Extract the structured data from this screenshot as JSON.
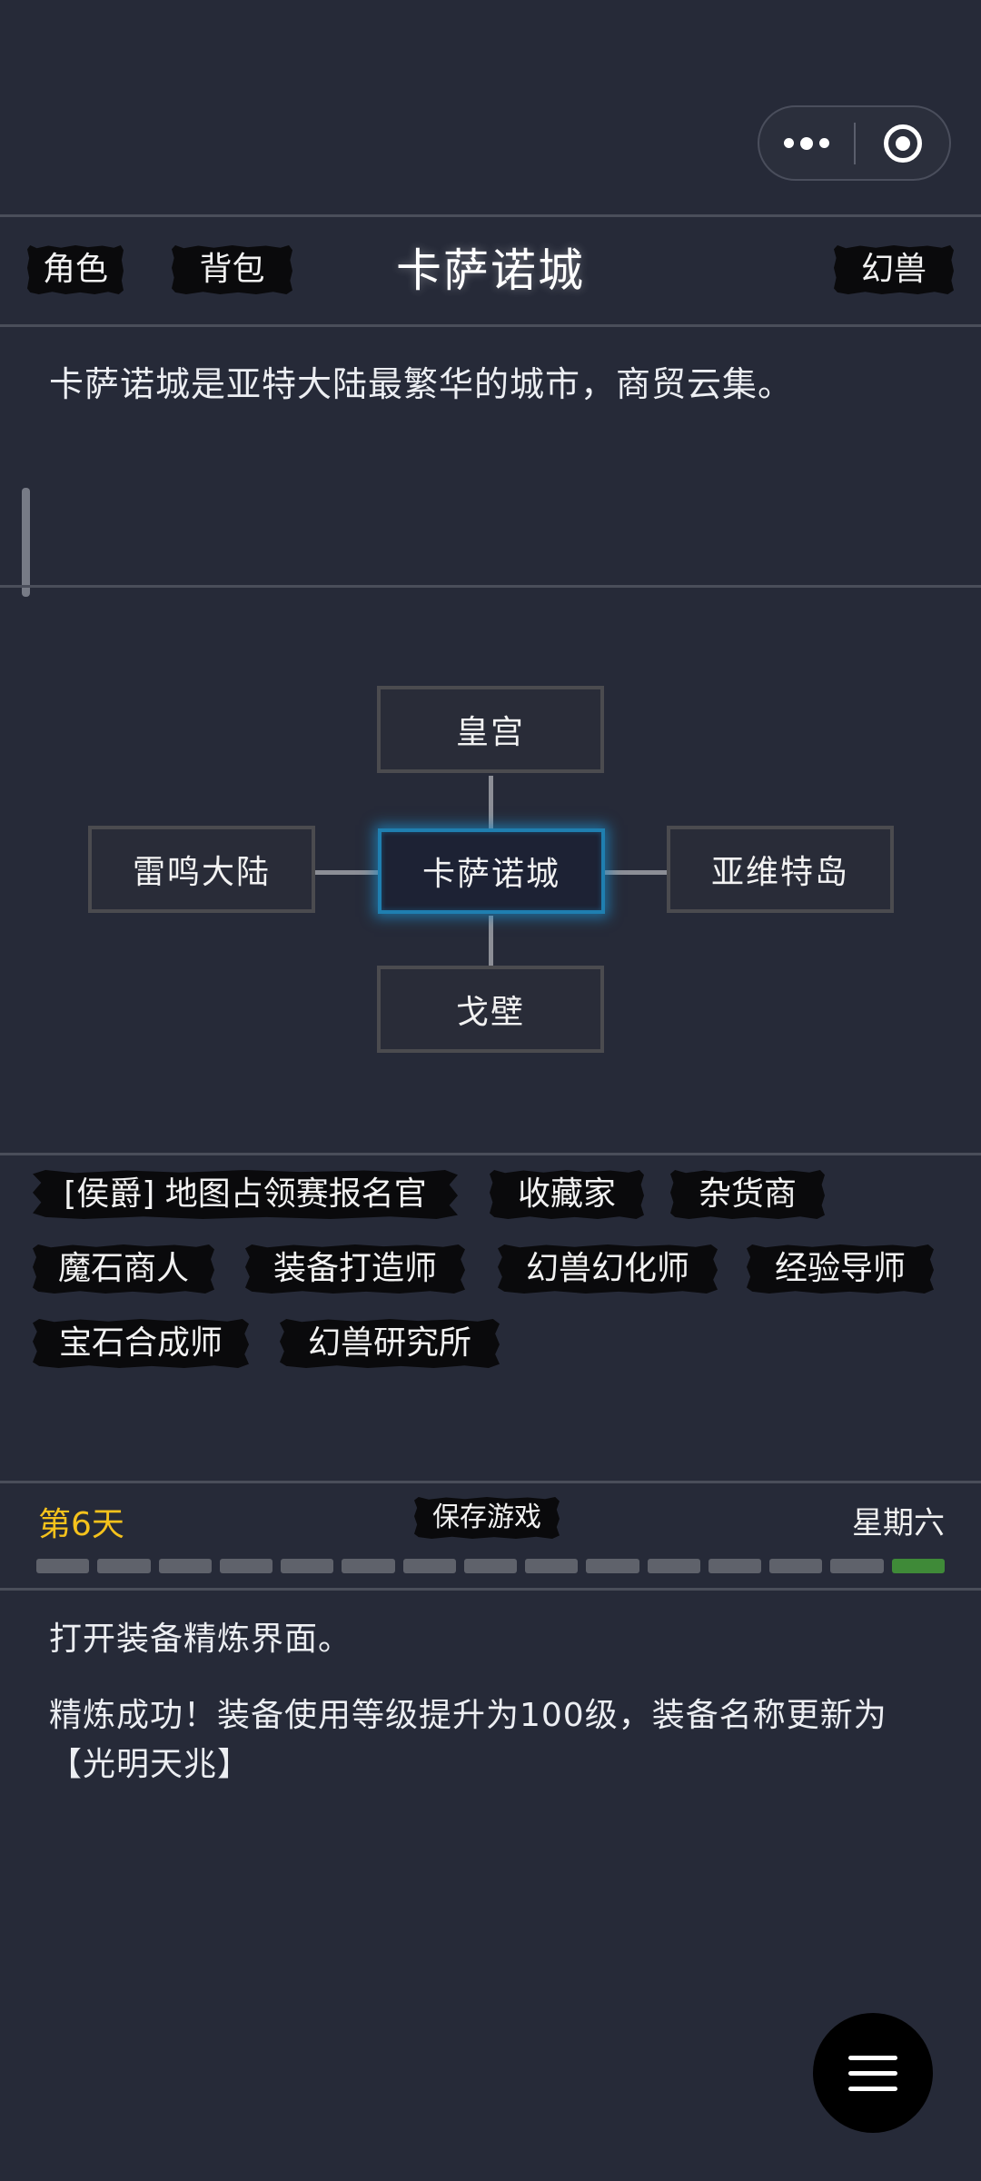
{
  "header": {
    "title": "卡萨诺城",
    "left_buttons": [
      "角色",
      "背包"
    ],
    "right_button": "幻兽"
  },
  "location": {
    "description": "卡萨诺城是亚特大陆最繁华的城市，商贸云集。"
  },
  "map": {
    "north": "皇宫",
    "west": "雷鸣大陆",
    "center": "卡萨诺城",
    "east": "亚维特岛",
    "south": "戈壁"
  },
  "npcs": [
    "[侯爵] 地图占领赛报名官",
    "收藏家",
    "杂货商",
    "魔石商人",
    "装备打造师",
    "幻兽幻化师",
    "经验导师",
    "宝石合成师",
    "幻兽研究所"
  ],
  "status": {
    "day": "第6天",
    "save": "保存游戏",
    "weekday": "星期六",
    "progress_segments": 15,
    "progress_active": 1
  },
  "colors": {
    "background": "#262a38",
    "day_text": "#f5c21c",
    "current_node_border": "#1f7fb0",
    "progress_active": "#3f8a38"
  },
  "log": {
    "line1": "打开装备精炼界面。",
    "line2": "精炼成功！装备使用等级提升为100级，装备名称更新为",
    "line3": "【光明天兆】"
  },
  "icons": {
    "capsule_more": "more-dots-icon",
    "capsule_close": "target-circle-icon",
    "fab": "hamburger-menu-icon"
  }
}
